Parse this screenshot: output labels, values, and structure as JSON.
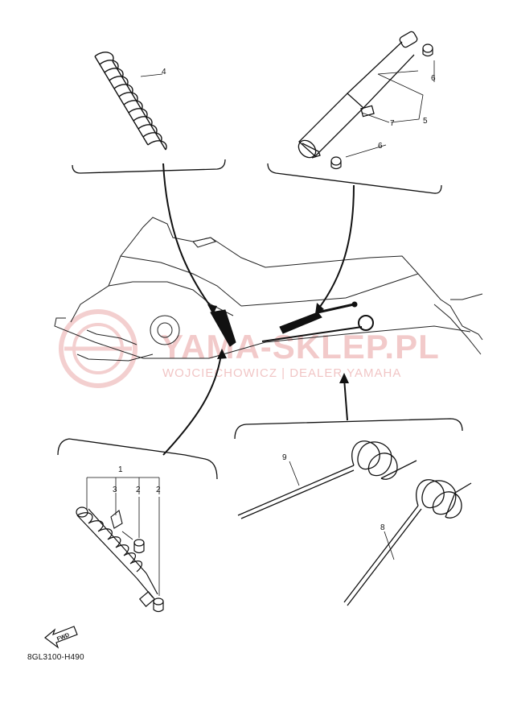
{
  "callouts": {
    "c1": "1",
    "c2a": "2",
    "c2b": "2",
    "c3": "3",
    "c4": "4",
    "c5": "5",
    "c6a": "6",
    "c6b": "6",
    "c7": "7",
    "c8": "8",
    "c9": "9"
  },
  "watermark": {
    "main": "YAMA-SKLEP.PL",
    "sub": "WOJCIECHOWICZ | DEALER YAMAHA"
  },
  "fwd_label": "FWD",
  "drawing_code": "8GL3100-H490",
  "colors": {
    "line": "#111111",
    "watermark": "#e8a0a0"
  }
}
